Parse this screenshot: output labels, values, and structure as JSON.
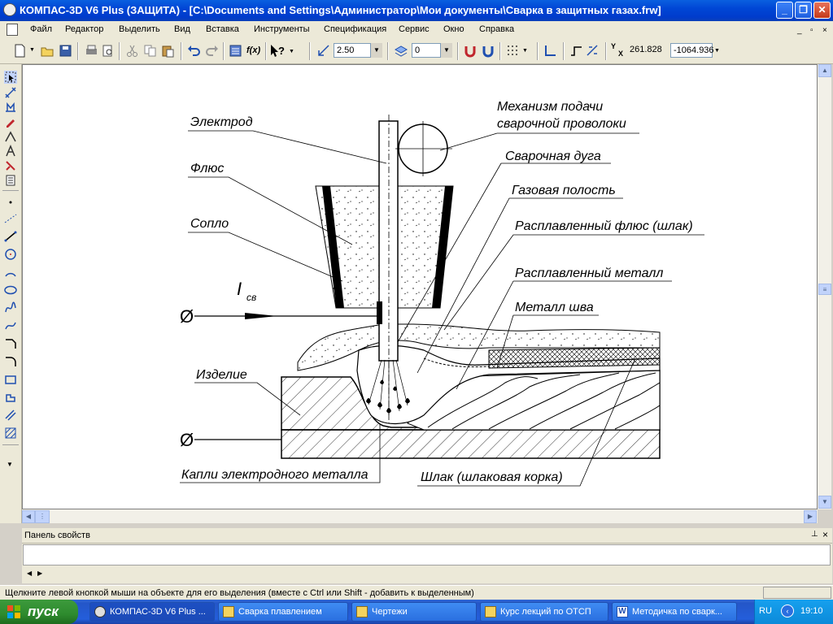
{
  "window": {
    "title": "КОМПАС-3D V6 Plus (ЗАЩИТА) - [C:\\Documents and Settings\\Администратор\\Мои документы\\Сварка в защитных газах.frw]",
    "min": "_",
    "max": "❐",
    "close": "✕"
  },
  "menu": {
    "items": [
      "Файл",
      "Редактор",
      "Выделить",
      "Вид",
      "Вставка",
      "Инструменты",
      "Спецификация",
      "Сервис",
      "Окно",
      "Справка"
    ],
    "mdi_min": "_",
    "mdi_max": "▫",
    "mdi_close": "×"
  },
  "toolbar": {
    "fx_label": "f(x)",
    "help_label": "?",
    "step_value": "2.50",
    "layer_value": "0",
    "coord_label_x": "X",
    "coord_label_y": "Y",
    "coord_x": "261.828",
    "coord_y": "-1064.936"
  },
  "drawing": {
    "labels": {
      "electrode": "Электрод",
      "flux": "Флюс",
      "nozzle": "Сопло",
      "current": "I",
      "current_sub": "св",
      "workpiece": "Изделие",
      "droplets": "Капли электродного металла",
      "feed_1": "Механизм подачи",
      "feed_2": "сварочной проволоки",
      "arc": "Сварочная дуга",
      "gas_cavity": "Газовая полость",
      "molten_flux": "Расплавленный флюс (шлак)",
      "molten_metal": "Расплавленный металл",
      "weld_metal": "Металл шва",
      "slag_crust": "Шлак (шлаковая корка)"
    },
    "terminal_symbol": "Ø"
  },
  "props": {
    "title": "Панель свойств",
    "pin": "⊥",
    "close": "×",
    "nav_left": "◀",
    "nav_right": "▶"
  },
  "status": {
    "text": "Щелкните левой кнопкой мыши на объекте для его выделения (вместе с Ctrl или Shift - добавить к выделенным)"
  },
  "taskbar": {
    "start": "пуск",
    "tasks": [
      "КОМПАС-3D V6 Plus ...",
      "Сварка плавлением",
      "Чертежи",
      "Курс лекций по ОТСП",
      "Методичка по сварк..."
    ],
    "lang": "RU",
    "time": "19:10"
  },
  "colors": {
    "titlebar": "#0046d5",
    "taskbar": "#245edb",
    "start": "#2e8b2e",
    "tray": "#0c8ad9",
    "chrome": "#ece9d8"
  }
}
